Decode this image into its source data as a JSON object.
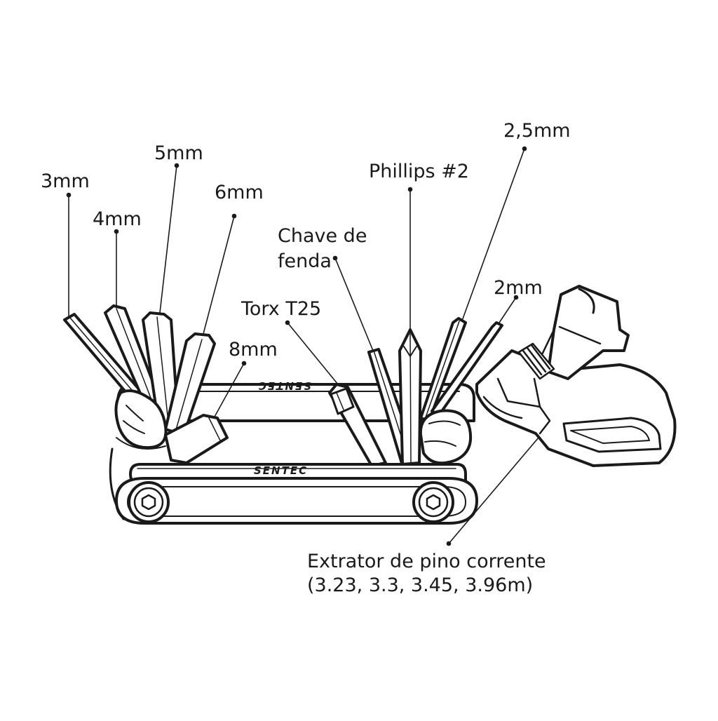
{
  "labels": {
    "hex_3mm": "3mm",
    "hex_4mm": "4mm",
    "hex_5mm": "5mm",
    "hex_6mm": "6mm",
    "hex_8mm": "8mm",
    "torx": "Torx T25",
    "flat_line1": "Chave de",
    "flat_line2": "fenda",
    "phillips": "Phillips #2",
    "hex_2_5mm": "2,5mm",
    "hex_2mm": "2mm",
    "chain_line1": "Extrator de pino corrente",
    "chain_line2": "(3.23, 3.3, 3.45, 3.96m)"
  },
  "brand": {
    "logo_text": "SENTEC"
  },
  "colors": {
    "ink": "#1a1a1a",
    "background": "#ffffff"
  }
}
